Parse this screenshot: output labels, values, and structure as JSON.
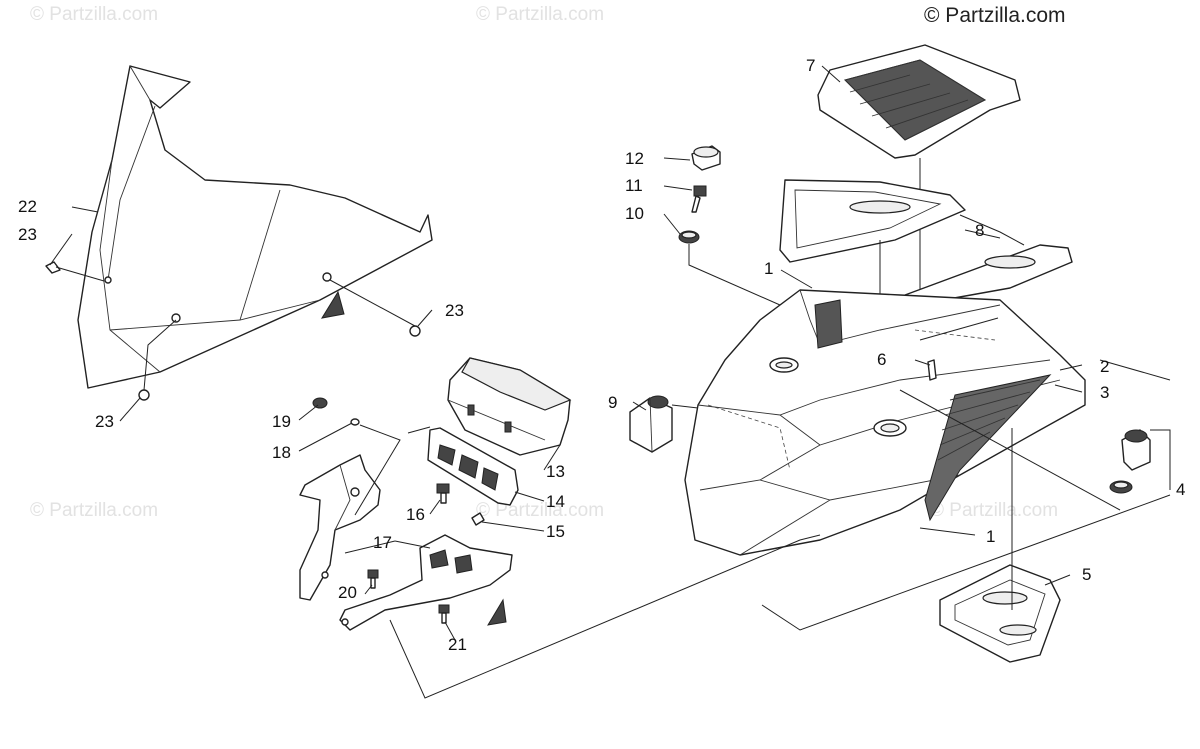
{
  "copyright": "© Partzilla.com",
  "watermark": "© Partzilla.com",
  "callouts": [
    {
      "id": "c1a",
      "text": "1"
    },
    {
      "id": "c1b",
      "text": "1"
    },
    {
      "id": "c2",
      "text": "2"
    },
    {
      "id": "c3",
      "text": "3"
    },
    {
      "id": "c4",
      "text": "4"
    },
    {
      "id": "c5",
      "text": "5"
    },
    {
      "id": "c6",
      "text": "6"
    },
    {
      "id": "c7",
      "text": "7"
    },
    {
      "id": "c8",
      "text": "8"
    },
    {
      "id": "c9",
      "text": "9"
    },
    {
      "id": "c10",
      "text": "10"
    },
    {
      "id": "c11",
      "text": "11"
    },
    {
      "id": "c12",
      "text": "12"
    },
    {
      "id": "c13",
      "text": "13"
    },
    {
      "id": "c14",
      "text": "14"
    },
    {
      "id": "c15",
      "text": "15"
    },
    {
      "id": "c16",
      "text": "16"
    },
    {
      "id": "c17",
      "text": "17"
    },
    {
      "id": "c18",
      "text": "18"
    },
    {
      "id": "c19",
      "text": "19"
    },
    {
      "id": "c20",
      "text": "20"
    },
    {
      "id": "c21",
      "text": "21"
    },
    {
      "id": "c22",
      "text": "22"
    },
    {
      "id": "c23a",
      "text": "23"
    },
    {
      "id": "c23b",
      "text": "23"
    },
    {
      "id": "c23c",
      "text": "23"
    }
  ]
}
